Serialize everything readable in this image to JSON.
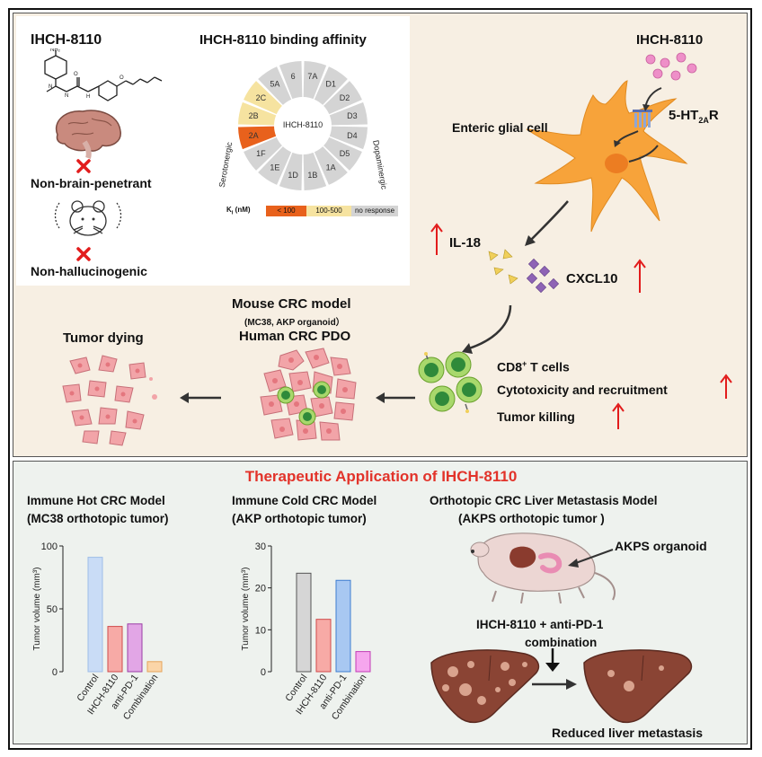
{
  "compound": {
    "name": "IHCH-8110",
    "non_brain": "Non-brain-penetrant",
    "non_halluc": "Non-hallucinogenic"
  },
  "affinity": {
    "title": "IHCH-8110 binding affinity",
    "center": "IHCH-8110",
    "serotonergic": "Serotonergic",
    "dopaminergic": "Dopaminergic",
    "segments": [
      "6",
      "7A",
      "D1",
      "D2",
      "D3",
      "D4",
      "D5",
      "1A",
      "1B",
      "1D",
      "1E",
      "1F",
      "2A",
      "2B",
      "2C",
      "5A"
    ],
    "segment_levels": [
      "none",
      "none",
      "none",
      "none",
      "none",
      "none",
      "none",
      "none",
      "none",
      "none",
      "none",
      "none",
      "high",
      "mid",
      "mid",
      "none"
    ],
    "legend_label": "K",
    "legend_sub": "i",
    "legend_unit": " (nM)",
    "legend_items": [
      "< 100",
      "100-500",
      "no response"
    ],
    "colors": {
      "high": "#e8611c",
      "mid": "#f6e3a0",
      "none": "#d4d4d4"
    }
  },
  "pathway": {
    "drug": "IHCH-8110",
    "receptor_main": "5-HT",
    "receptor_sub": "2A",
    "receptor_end": "R",
    "cell": "Enteric glial cell",
    "il18": "IL-18",
    "cxcl10": "CXCL10",
    "cd8_main": "CD8",
    "cd8_sup": "+",
    "cd8_end": " T cells",
    "cyto": "Cytotoxicity and recruitment",
    "killing": "Tumor killing",
    "mouse_model": "Mouse CRC model",
    "mouse_model_sub": "(MC38, AKP organoid）",
    "human_model": "Human CRC PDO",
    "tumor_dying": "Tumor dying"
  },
  "therapeutic": {
    "title": "Therapeutic Application of IHCH-8110",
    "hot_title": "Immune Hot CRC Model",
    "hot_sub": "(MC38 orthotopic tumor)",
    "cold_title": "Immune Cold CRC Model",
    "cold_sub": "(AKP orthotopic tumor)",
    "liver_title": "Orthotopic CRC Liver Metastasis Model",
    "liver_sub": "(AKPS orthotopic tumor )",
    "organoid": "AKPS organoid",
    "combo_line1": "IHCH-8110 + anti-PD-1",
    "combo_line2": "combination",
    "reduced": "Reduced liver metastasis"
  },
  "chart_data": [
    {
      "type": "bar",
      "categories": [
        "Control",
        "IHCH-8110",
        "anti-PD-1",
        "Combination"
      ],
      "values": [
        91,
        36,
        38,
        8
      ],
      "ylabel": "Tumor volume (mm³)",
      "ylim": [
        0,
        100
      ],
      "yticks": [
        0,
        50,
        100
      ],
      "fills": [
        "#c9dcf6",
        "#f7aaa6",
        "#e2a6e6",
        "#fbd5a8"
      ],
      "strokes": [
        "#9fbde8",
        "#d04a4a",
        "#9b3ea6",
        "#e6a45a"
      ]
    },
    {
      "type": "bar",
      "categories": [
        "Control",
        "IHCH-8110",
        "anti-PD-1",
        "Combination"
      ],
      "values": [
        23.5,
        12.5,
        21.8,
        4.8
      ],
      "ylabel": "Tumor volume (mm³)",
      "ylim": [
        0,
        30
      ],
      "yticks": [
        0,
        10,
        20,
        30
      ],
      "fills": [
        "#d6d6d6",
        "#f7aaa6",
        "#a8c8f2",
        "#f6a6ee"
      ],
      "strokes": [
        "#555555",
        "#d04a4a",
        "#3f7ed0",
        "#c23cb6"
      ]
    }
  ]
}
